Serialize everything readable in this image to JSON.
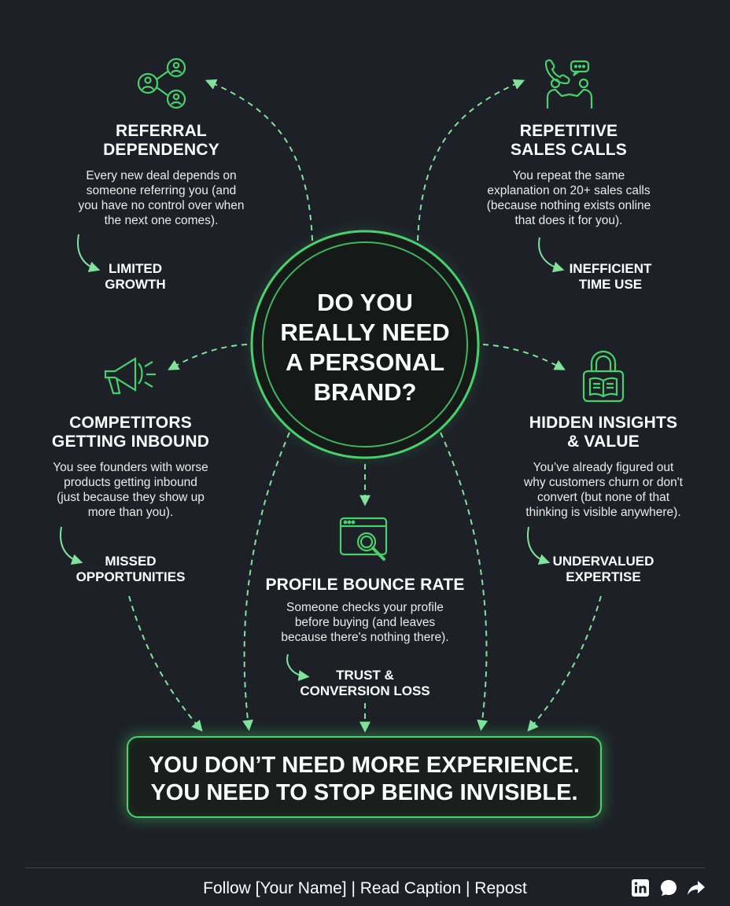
{
  "center": {
    "line1": "DO YOU",
    "line2": "REALLY NEED",
    "line3": "A PERSONAL",
    "line4": "BRAND?"
  },
  "nodes": {
    "referral": {
      "icon": "network-share-icon",
      "title_line1": "REFERRAL",
      "title_line2": "DEPENDENCY",
      "body": [
        "Every new deal depends on",
        "someone referring you (and",
        "you have no control over when",
        "the next one comes)."
      ],
      "outcome_line1": "LIMITED",
      "outcome_line2": "GROWTH"
    },
    "sales_calls": {
      "icon": "handshake-call-icon",
      "title_line1": "REPETITIVE",
      "title_line2": "SALES CALLS",
      "body": [
        "You repeat the same",
        "explanation on 20+ sales calls",
        "(because nothing exists online",
        "that does it for you)."
      ],
      "outcome_line1": "INEFFICIENT",
      "outcome_line2": "TIME USE"
    },
    "competitors": {
      "icon": "megaphone-icon",
      "title_line1": "COMPETITORS",
      "title_line2": "GETTING INBOUND",
      "body": [
        "You see founders with worse",
        "products getting inbound",
        "(just because they show up",
        "more than you)."
      ],
      "outcome_line1": "MISSED",
      "outcome_line2": "OPPORTUNITIES"
    },
    "insights": {
      "icon": "locked-book-icon",
      "title_line1": "HIDDEN INSIGHTS",
      "title_line2": "& VALUE",
      "body": [
        "You’ve already figured out",
        "why customers churn or don't",
        "convert (but none of that",
        "thinking is visible anywhere)."
      ],
      "outcome_line1": "UNDERVALUED",
      "outcome_line2": "EXPERTISE"
    },
    "bounce": {
      "icon": "browser-search-icon",
      "title_line1": "PROFILE BOUNCE RATE",
      "body": [
        "Someone checks your profile",
        "before buying (and leaves",
        "because there's nothing there)."
      ],
      "outcome_line1": "TRUST &",
      "outcome_line2": "CONVERSION LOSS"
    }
  },
  "conclusion": {
    "line1": "YOU DON’T NEED MORE EXPERIENCE.",
    "line2": "YOU NEED TO STOP BEING INVISIBLE."
  },
  "footer": {
    "text": "Follow [Your Name] | Read Caption | Repost",
    "icons": [
      "linkedin-icon",
      "comment-icon",
      "share-icon"
    ]
  },
  "colors": {
    "background": "#1d2127",
    "accent": "#48d16b",
    "arrow": "#7fe39a"
  }
}
